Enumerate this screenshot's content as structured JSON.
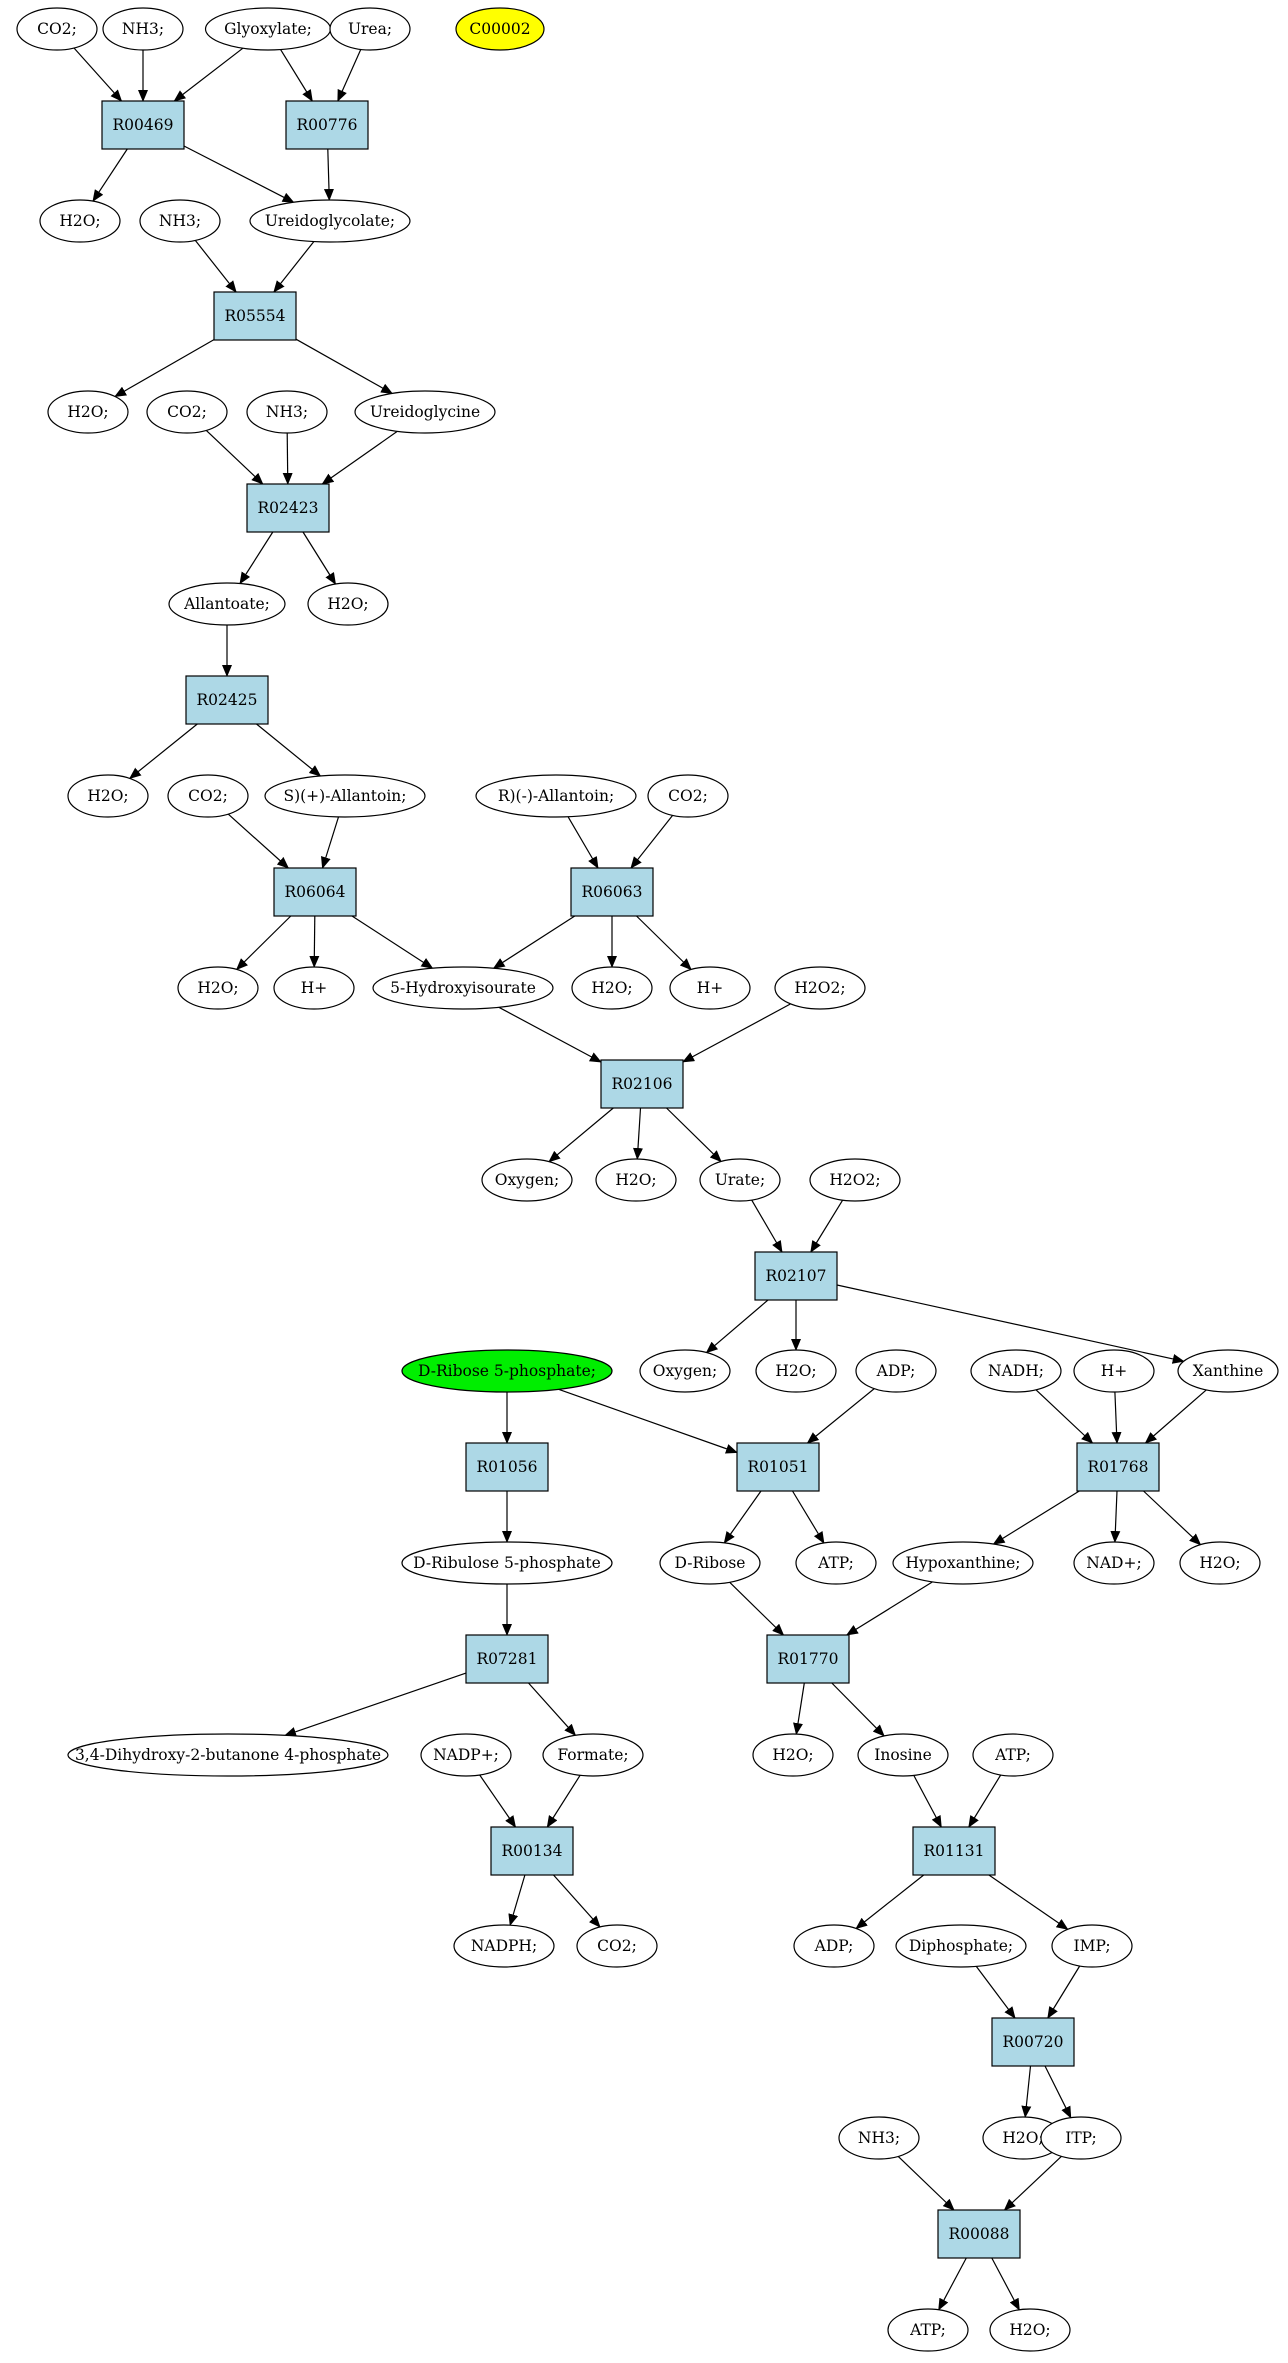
{
  "colors": {
    "reaction_fill": "#add8e6",
    "compound_fill": "#ffffff",
    "highlight_yellow": "#ffff00",
    "highlight_green": "#00ee00"
  },
  "nodes": [
    {
      "id": "n01",
      "kind": "compound",
      "label": "CO2;"
    },
    {
      "id": "n02",
      "kind": "compound",
      "label": "NH3;"
    },
    {
      "id": "n03",
      "kind": "compound",
      "label": "Glyoxylate;"
    },
    {
      "id": "n04",
      "kind": "compound",
      "label": "Urea;"
    },
    {
      "id": "n05",
      "kind": "compound",
      "label": "C00002",
      "fill": "highlight_yellow"
    },
    {
      "id": "n06",
      "kind": "reaction",
      "label": "R00469"
    },
    {
      "id": "n07",
      "kind": "reaction",
      "label": "R00776"
    },
    {
      "id": "n08",
      "kind": "compound",
      "label": "H2O;"
    },
    {
      "id": "n09",
      "kind": "compound",
      "label": "NH3;"
    },
    {
      "id": "n10",
      "kind": "compound",
      "label": "Ureidoglycolate;"
    },
    {
      "id": "n11",
      "kind": "reaction",
      "label": "R05554"
    },
    {
      "id": "n12",
      "kind": "compound",
      "label": "H2O;"
    },
    {
      "id": "n13",
      "kind": "compound",
      "label": "CO2;"
    },
    {
      "id": "n14",
      "kind": "compound",
      "label": "NH3;"
    },
    {
      "id": "n15",
      "kind": "compound",
      "label": "Ureidoglycine"
    },
    {
      "id": "n16",
      "kind": "reaction",
      "label": "R02423"
    },
    {
      "id": "n17",
      "kind": "compound",
      "label": "Allantoate;"
    },
    {
      "id": "n18",
      "kind": "compound",
      "label": "H2O;"
    },
    {
      "id": "n19",
      "kind": "reaction",
      "label": "R02425"
    },
    {
      "id": "n20",
      "kind": "compound",
      "label": "H2O;"
    },
    {
      "id": "n21",
      "kind": "compound",
      "label": "CO2;"
    },
    {
      "id": "n22",
      "kind": "compound",
      "label": "S)(+)-Allantoin;"
    },
    {
      "id": "n23",
      "kind": "compound",
      "label": "R)(-)-Allantoin;"
    },
    {
      "id": "n24",
      "kind": "compound",
      "label": "CO2;"
    },
    {
      "id": "n25",
      "kind": "reaction",
      "label": "R06064"
    },
    {
      "id": "n26",
      "kind": "reaction",
      "label": "R06063"
    },
    {
      "id": "n27",
      "kind": "compound",
      "label": "H2O;"
    },
    {
      "id": "n28",
      "kind": "compound",
      "label": "H+"
    },
    {
      "id": "n29",
      "kind": "compound",
      "label": "5-Hydroxyisourate"
    },
    {
      "id": "n30",
      "kind": "compound",
      "label": "H2O;"
    },
    {
      "id": "n31",
      "kind": "compound",
      "label": "H+"
    },
    {
      "id": "n32",
      "kind": "compound",
      "label": "H2O2;"
    },
    {
      "id": "n33",
      "kind": "reaction",
      "label": "R02106"
    },
    {
      "id": "n34",
      "kind": "compound",
      "label": "Oxygen;"
    },
    {
      "id": "n35",
      "kind": "compound",
      "label": "H2O;"
    },
    {
      "id": "n36",
      "kind": "compound",
      "label": "Urate;"
    },
    {
      "id": "n37",
      "kind": "compound",
      "label": "H2O2;"
    },
    {
      "id": "n38",
      "kind": "reaction",
      "label": "R02107"
    },
    {
      "id": "n39",
      "kind": "compound",
      "label": "D-Ribose 5-phosphate;",
      "fill": "highlight_green"
    },
    {
      "id": "n40",
      "kind": "compound",
      "label": "Oxygen;"
    },
    {
      "id": "n41",
      "kind": "compound",
      "label": "H2O;"
    },
    {
      "id": "n42",
      "kind": "compound",
      "label": "ADP;"
    },
    {
      "id": "n43",
      "kind": "compound",
      "label": "NADH;"
    },
    {
      "id": "n44",
      "kind": "compound",
      "label": "H+"
    },
    {
      "id": "n45",
      "kind": "compound",
      "label": "Xanthine"
    },
    {
      "id": "n46",
      "kind": "reaction",
      "label": "R01056"
    },
    {
      "id": "n47",
      "kind": "reaction",
      "label": "R01051"
    },
    {
      "id": "n48",
      "kind": "reaction",
      "label": "R01768"
    },
    {
      "id": "n49",
      "kind": "compound",
      "label": "D-Ribulose 5-phosphate"
    },
    {
      "id": "n50",
      "kind": "compound",
      "label": "D-Ribose"
    },
    {
      "id": "n51",
      "kind": "compound",
      "label": "ATP;"
    },
    {
      "id": "n52",
      "kind": "compound",
      "label": "Hypoxanthine;"
    },
    {
      "id": "n53",
      "kind": "compound",
      "label": "NAD+;"
    },
    {
      "id": "n54",
      "kind": "compound",
      "label": "H2O;"
    },
    {
      "id": "n55",
      "kind": "reaction",
      "label": "R07281"
    },
    {
      "id": "n56",
      "kind": "reaction",
      "label": "R01770"
    },
    {
      "id": "n57",
      "kind": "compound",
      "label": "3,4-Dihydroxy-2-butanone 4-phosphate"
    },
    {
      "id": "n58",
      "kind": "compound",
      "label": "NADP+;"
    },
    {
      "id": "n59",
      "kind": "compound",
      "label": "Formate;"
    },
    {
      "id": "n60",
      "kind": "compound",
      "label": "H2O;"
    },
    {
      "id": "n61",
      "kind": "compound",
      "label": "Inosine"
    },
    {
      "id": "n62",
      "kind": "compound",
      "label": "ATP;"
    },
    {
      "id": "n63",
      "kind": "reaction",
      "label": "R00134"
    },
    {
      "id": "n64",
      "kind": "reaction",
      "label": "R01131"
    },
    {
      "id": "n65",
      "kind": "compound",
      "label": "NADPH;"
    },
    {
      "id": "n66",
      "kind": "compound",
      "label": "CO2;"
    },
    {
      "id": "n67",
      "kind": "compound",
      "label": "ADP;"
    },
    {
      "id": "n68",
      "kind": "compound",
      "label": "Diphosphate;"
    },
    {
      "id": "n69",
      "kind": "compound",
      "label": "IMP;"
    },
    {
      "id": "n70",
      "kind": "reaction",
      "label": "R00720"
    },
    {
      "id": "n71",
      "kind": "compound",
      "label": "NH3;"
    },
    {
      "id": "n72",
      "kind": "compound",
      "label": "H2O;"
    },
    {
      "id": "n73",
      "kind": "compound",
      "label": "ITP;"
    },
    {
      "id": "n74",
      "kind": "reaction",
      "label": "R00088"
    },
    {
      "id": "n75",
      "kind": "compound",
      "label": "ATP;"
    },
    {
      "id": "n76",
      "kind": "compound",
      "label": "H2O;"
    }
  ],
  "edges": [
    [
      "n01",
      "n06"
    ],
    [
      "n02",
      "n06"
    ],
    [
      "n03",
      "n06"
    ],
    [
      "n03",
      "n07"
    ],
    [
      "n04",
      "n07"
    ],
    [
      "n06",
      "n08"
    ],
    [
      "n06",
      "n10"
    ],
    [
      "n07",
      "n10"
    ],
    [
      "n09",
      "n11"
    ],
    [
      "n10",
      "n11"
    ],
    [
      "n11",
      "n12"
    ],
    [
      "n11",
      "n15"
    ],
    [
      "n13",
      "n16"
    ],
    [
      "n14",
      "n16"
    ],
    [
      "n15",
      "n16"
    ],
    [
      "n16",
      "n17"
    ],
    [
      "n16",
      "n18"
    ],
    [
      "n17",
      "n19"
    ],
    [
      "n19",
      "n20"
    ],
    [
      "n19",
      "n22"
    ],
    [
      "n21",
      "n25"
    ],
    [
      "n22",
      "n25"
    ],
    [
      "n23",
      "n26"
    ],
    [
      "n24",
      "n26"
    ],
    [
      "n25",
      "n27"
    ],
    [
      "n25",
      "n28"
    ],
    [
      "n25",
      "n29"
    ],
    [
      "n26",
      "n29"
    ],
    [
      "n26",
      "n30"
    ],
    [
      "n26",
      "n31"
    ],
    [
      "n29",
      "n33"
    ],
    [
      "n32",
      "n33"
    ],
    [
      "n33",
      "n34"
    ],
    [
      "n33",
      "n35"
    ],
    [
      "n33",
      "n36"
    ],
    [
      "n36",
      "n38"
    ],
    [
      "n37",
      "n38"
    ],
    [
      "n38",
      "n40"
    ],
    [
      "n38",
      "n41"
    ],
    [
      "n38",
      "n45"
    ],
    [
      "n39",
      "n46"
    ],
    [
      "n39",
      "n47"
    ],
    [
      "n42",
      "n47"
    ],
    [
      "n43",
      "n48"
    ],
    [
      "n44",
      "n48"
    ],
    [
      "n45",
      "n48"
    ],
    [
      "n46",
      "n49"
    ],
    [
      "n47",
      "n50"
    ],
    [
      "n47",
      "n51"
    ],
    [
      "n48",
      "n52"
    ],
    [
      "n48",
      "n53"
    ],
    [
      "n48",
      "n54"
    ],
    [
      "n49",
      "n55"
    ],
    [
      "n50",
      "n56"
    ],
    [
      "n52",
      "n56"
    ],
    [
      "n55",
      "n57"
    ],
    [
      "n55",
      "n59"
    ],
    [
      "n56",
      "n60"
    ],
    [
      "n56",
      "n61"
    ],
    [
      "n58",
      "n63"
    ],
    [
      "n59",
      "n63"
    ],
    [
      "n61",
      "n64"
    ],
    [
      "n62",
      "n64"
    ],
    [
      "n63",
      "n65"
    ],
    [
      "n63",
      "n66"
    ],
    [
      "n64",
      "n67"
    ],
    [
      "n64",
      "n69"
    ],
    [
      "n68",
      "n70"
    ],
    [
      "n69",
      "n70"
    ],
    [
      "n70",
      "n72"
    ],
    [
      "n70",
      "n73"
    ],
    [
      "n71",
      "n74"
    ],
    [
      "n73",
      "n74"
    ],
    [
      "n74",
      "n75"
    ],
    [
      "n74",
      "n76"
    ]
  ]
}
